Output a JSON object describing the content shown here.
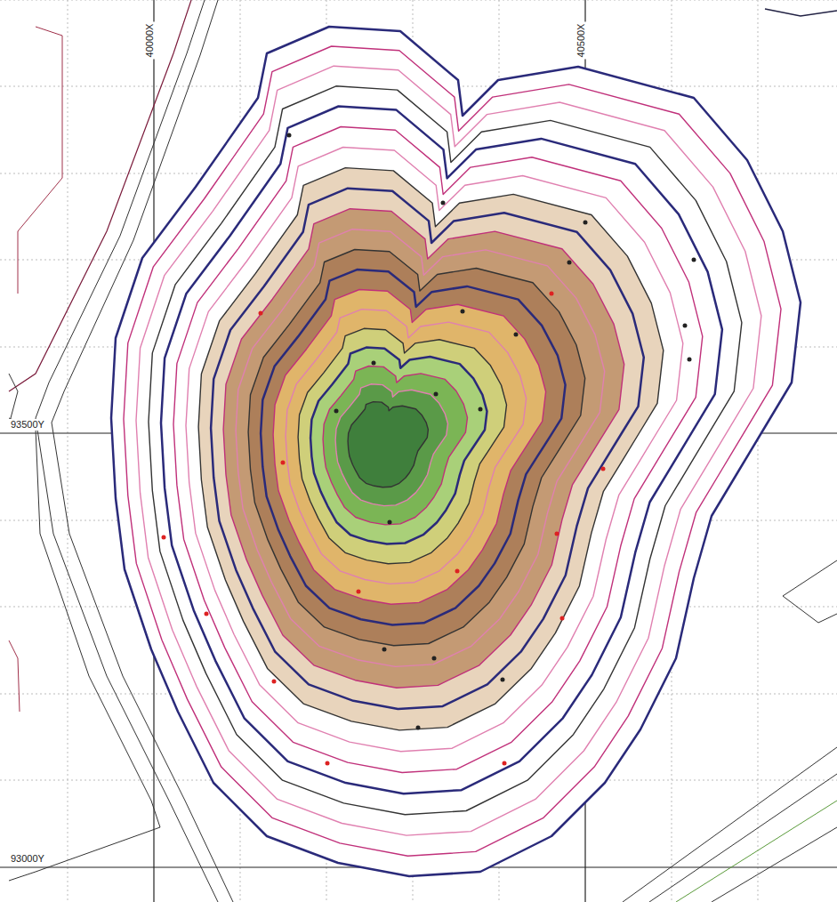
{
  "diagram": {
    "labels": [
      "40000X",
      "40500X",
      "93500Y",
      "93000Y"
    ]
  }
}
